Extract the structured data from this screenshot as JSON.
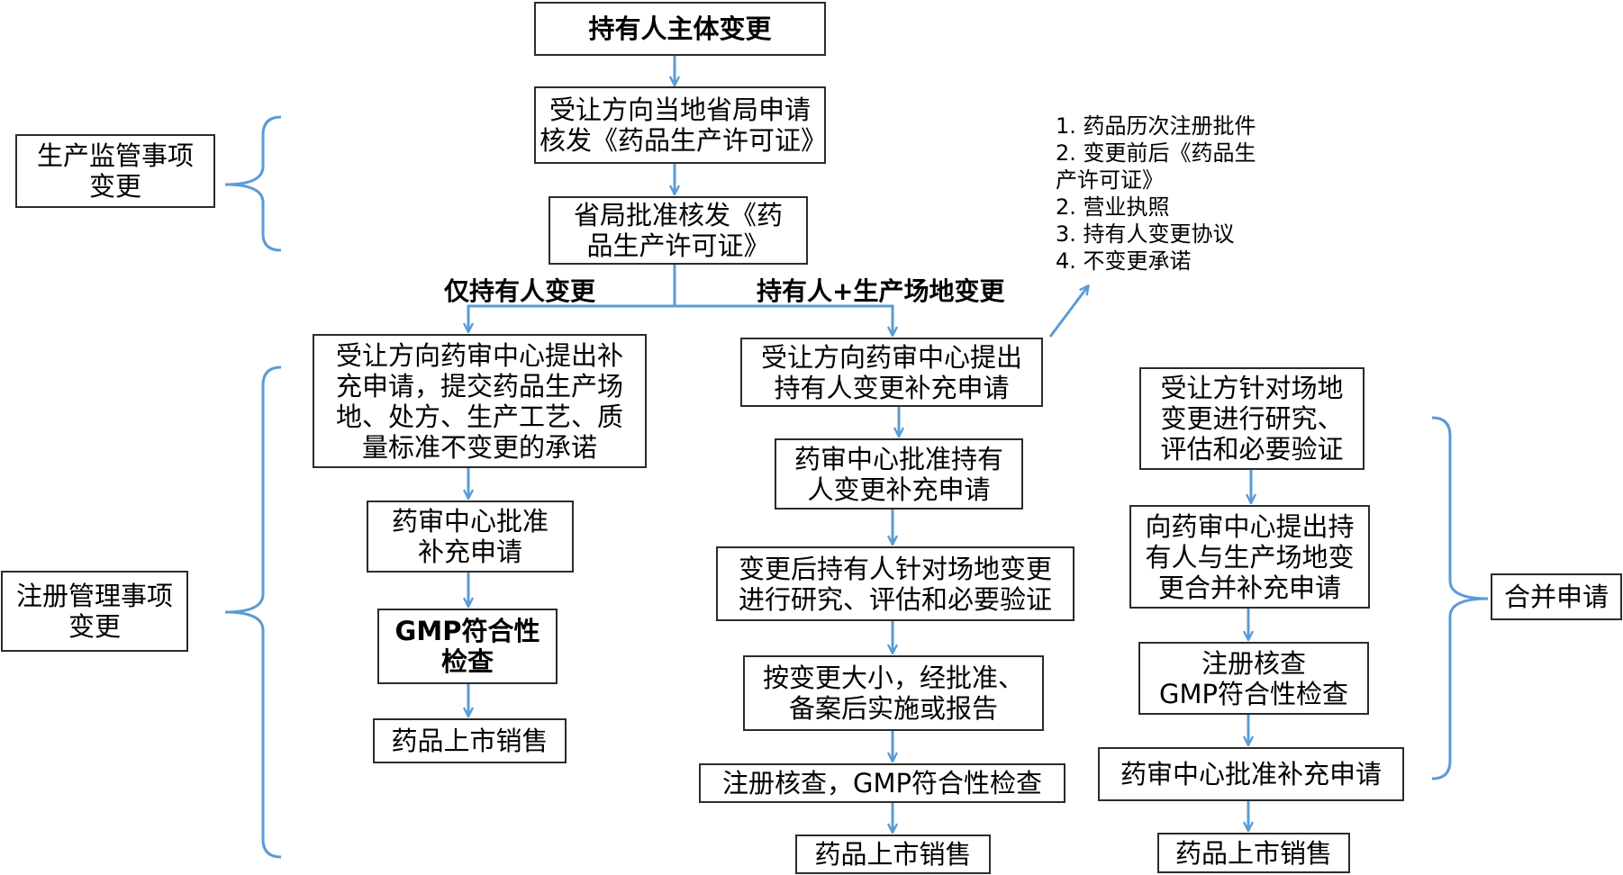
{
  "boxes": {
    "holder_change": "持有人主体变更",
    "apply_license": "受让方向当地省局申请\n核发《药品生产许可证》",
    "province_approve": "省局批准核发《药\n品生产许可证》",
    "prod_supervision": "生产监管事项\n变更",
    "reg_management": "注册管理事项\n变更",
    "left_1": "受让方向药审中心提出补\n充申请，提交药品生产场\n地、处方、生产工艺、质\n量标准不变更的承诺",
    "left_2": "药审中心批准\n补充申请",
    "left_3": "GMP符合性\n检查",
    "left_4": "药品上市销售",
    "mid_1": "受让方向药审中心提出\n持有人变更补充申请",
    "mid_2": "药审中心批准持有\n人变更补充申请",
    "mid_3": "变更后持有人针对场地变更\n进行研究、评估和必要验证",
    "mid_4": "按变更大小，经批准、\n备案后实施或报告",
    "mid_5": "注册核查，GMP符合性检查",
    "mid_6": "药品上市销售",
    "right_1": "受让方针对场地\n变更进行研究、\n评估和必要验证",
    "right_2": "向药审中心提出持\n有人与生产场地变\n更合并补充申请",
    "right_3": "注册核查\nGMP符合性检查",
    "right_4": "药审中心批准补充申请",
    "right_5": "药品上市销售",
    "merge_apply": "合并申请"
  },
  "labels": {
    "only_holder": "仅持有人变更",
    "holder_site": "持有人+生产场地变更"
  },
  "note": "1. 药品历次注册批件\n2. 变更前后《药品生\n产许可证》\n2. 营业执照\n3. 持有人变更协议\n4. 不变更承诺",
  "colors": {
    "arrow": "#5b9bd5",
    "border": "#2b2b2b"
  }
}
